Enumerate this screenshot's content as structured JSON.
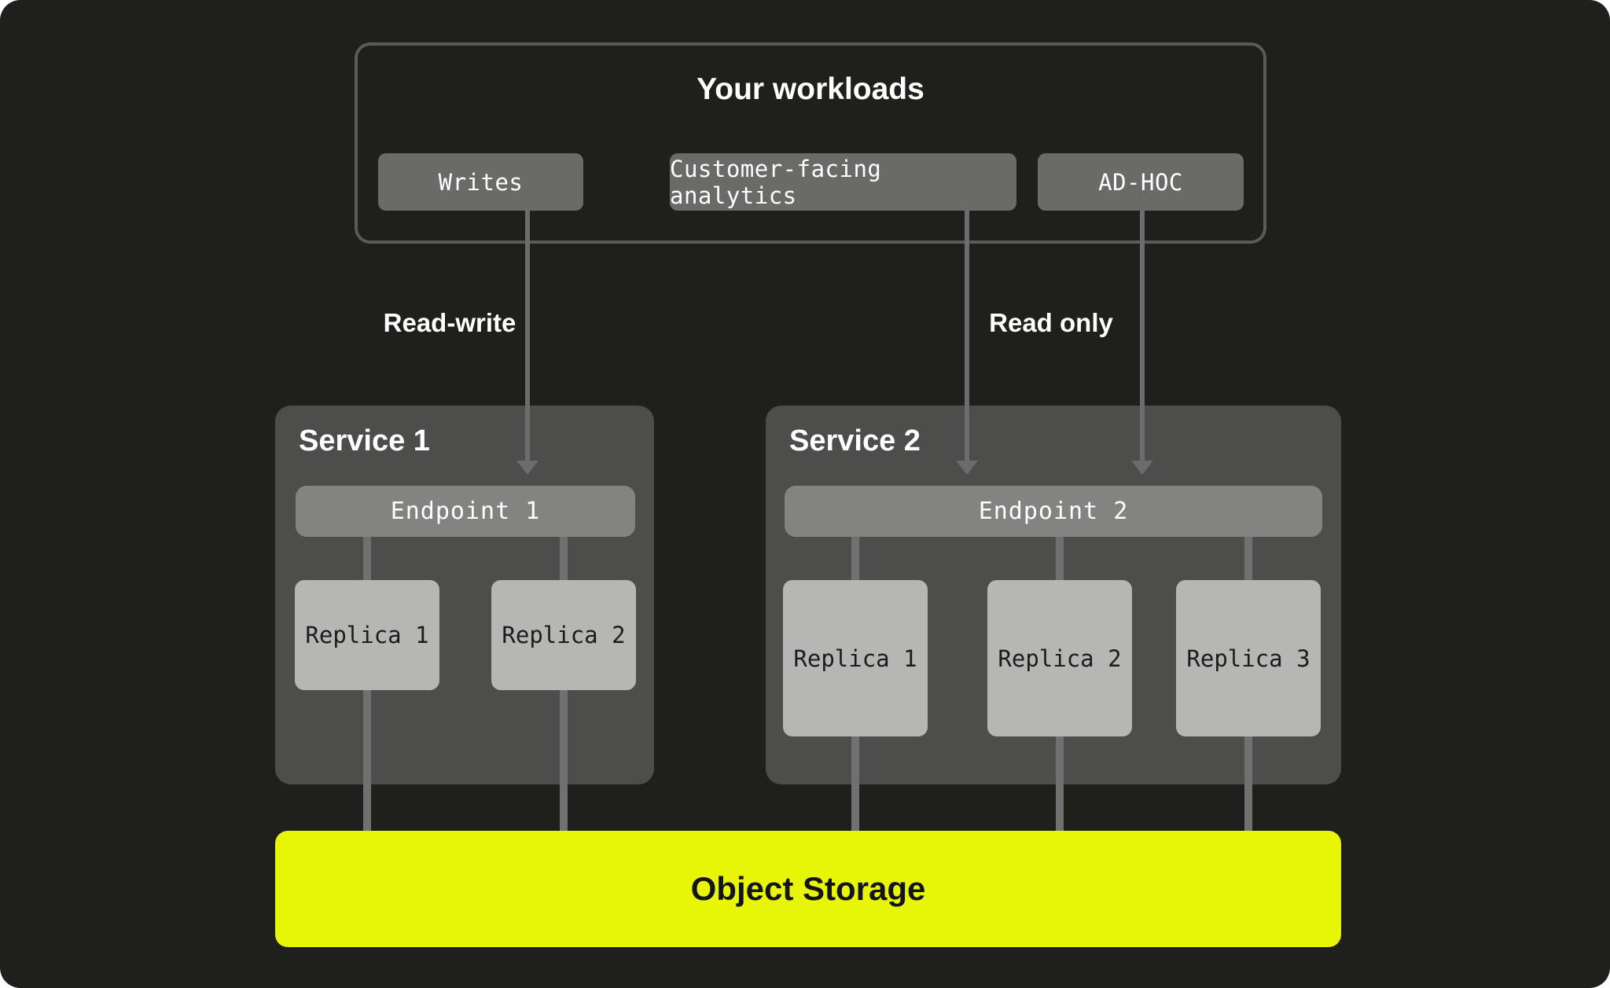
{
  "colors": {
    "background": "#1f201b",
    "workloads_border": "#5a5a58",
    "pill_fill": "#6a6a69",
    "service_fill": "#4d4d4c",
    "endpoint_fill": "#838382",
    "replica_fill": "#b6b6b5",
    "connector": "#707070",
    "arrow": "#6c6c6e",
    "storage_fill": "#e8f507",
    "storage_text": "#141414",
    "text_light": "#ffffff"
  },
  "workloads": {
    "title": "Your workloads",
    "items": [
      {
        "label": "Writes"
      },
      {
        "label": "Customer-facing analytics"
      },
      {
        "label": "AD-HOC"
      }
    ]
  },
  "flow_labels": {
    "read_write": "Read-write",
    "read_only": "Read only"
  },
  "services": [
    {
      "title": "Service 1",
      "endpoint_label": "Endpoint 1",
      "replicas": [
        {
          "label": "Replica 1"
        },
        {
          "label": "Replica 2"
        }
      ]
    },
    {
      "title": "Service 2",
      "endpoint_label": "Endpoint 2",
      "replicas": [
        {
          "label": "Replica 1"
        },
        {
          "label": "Replica 2"
        },
        {
          "label": "Replica 3"
        }
      ]
    }
  ],
  "storage": {
    "label": "Object Storage"
  }
}
